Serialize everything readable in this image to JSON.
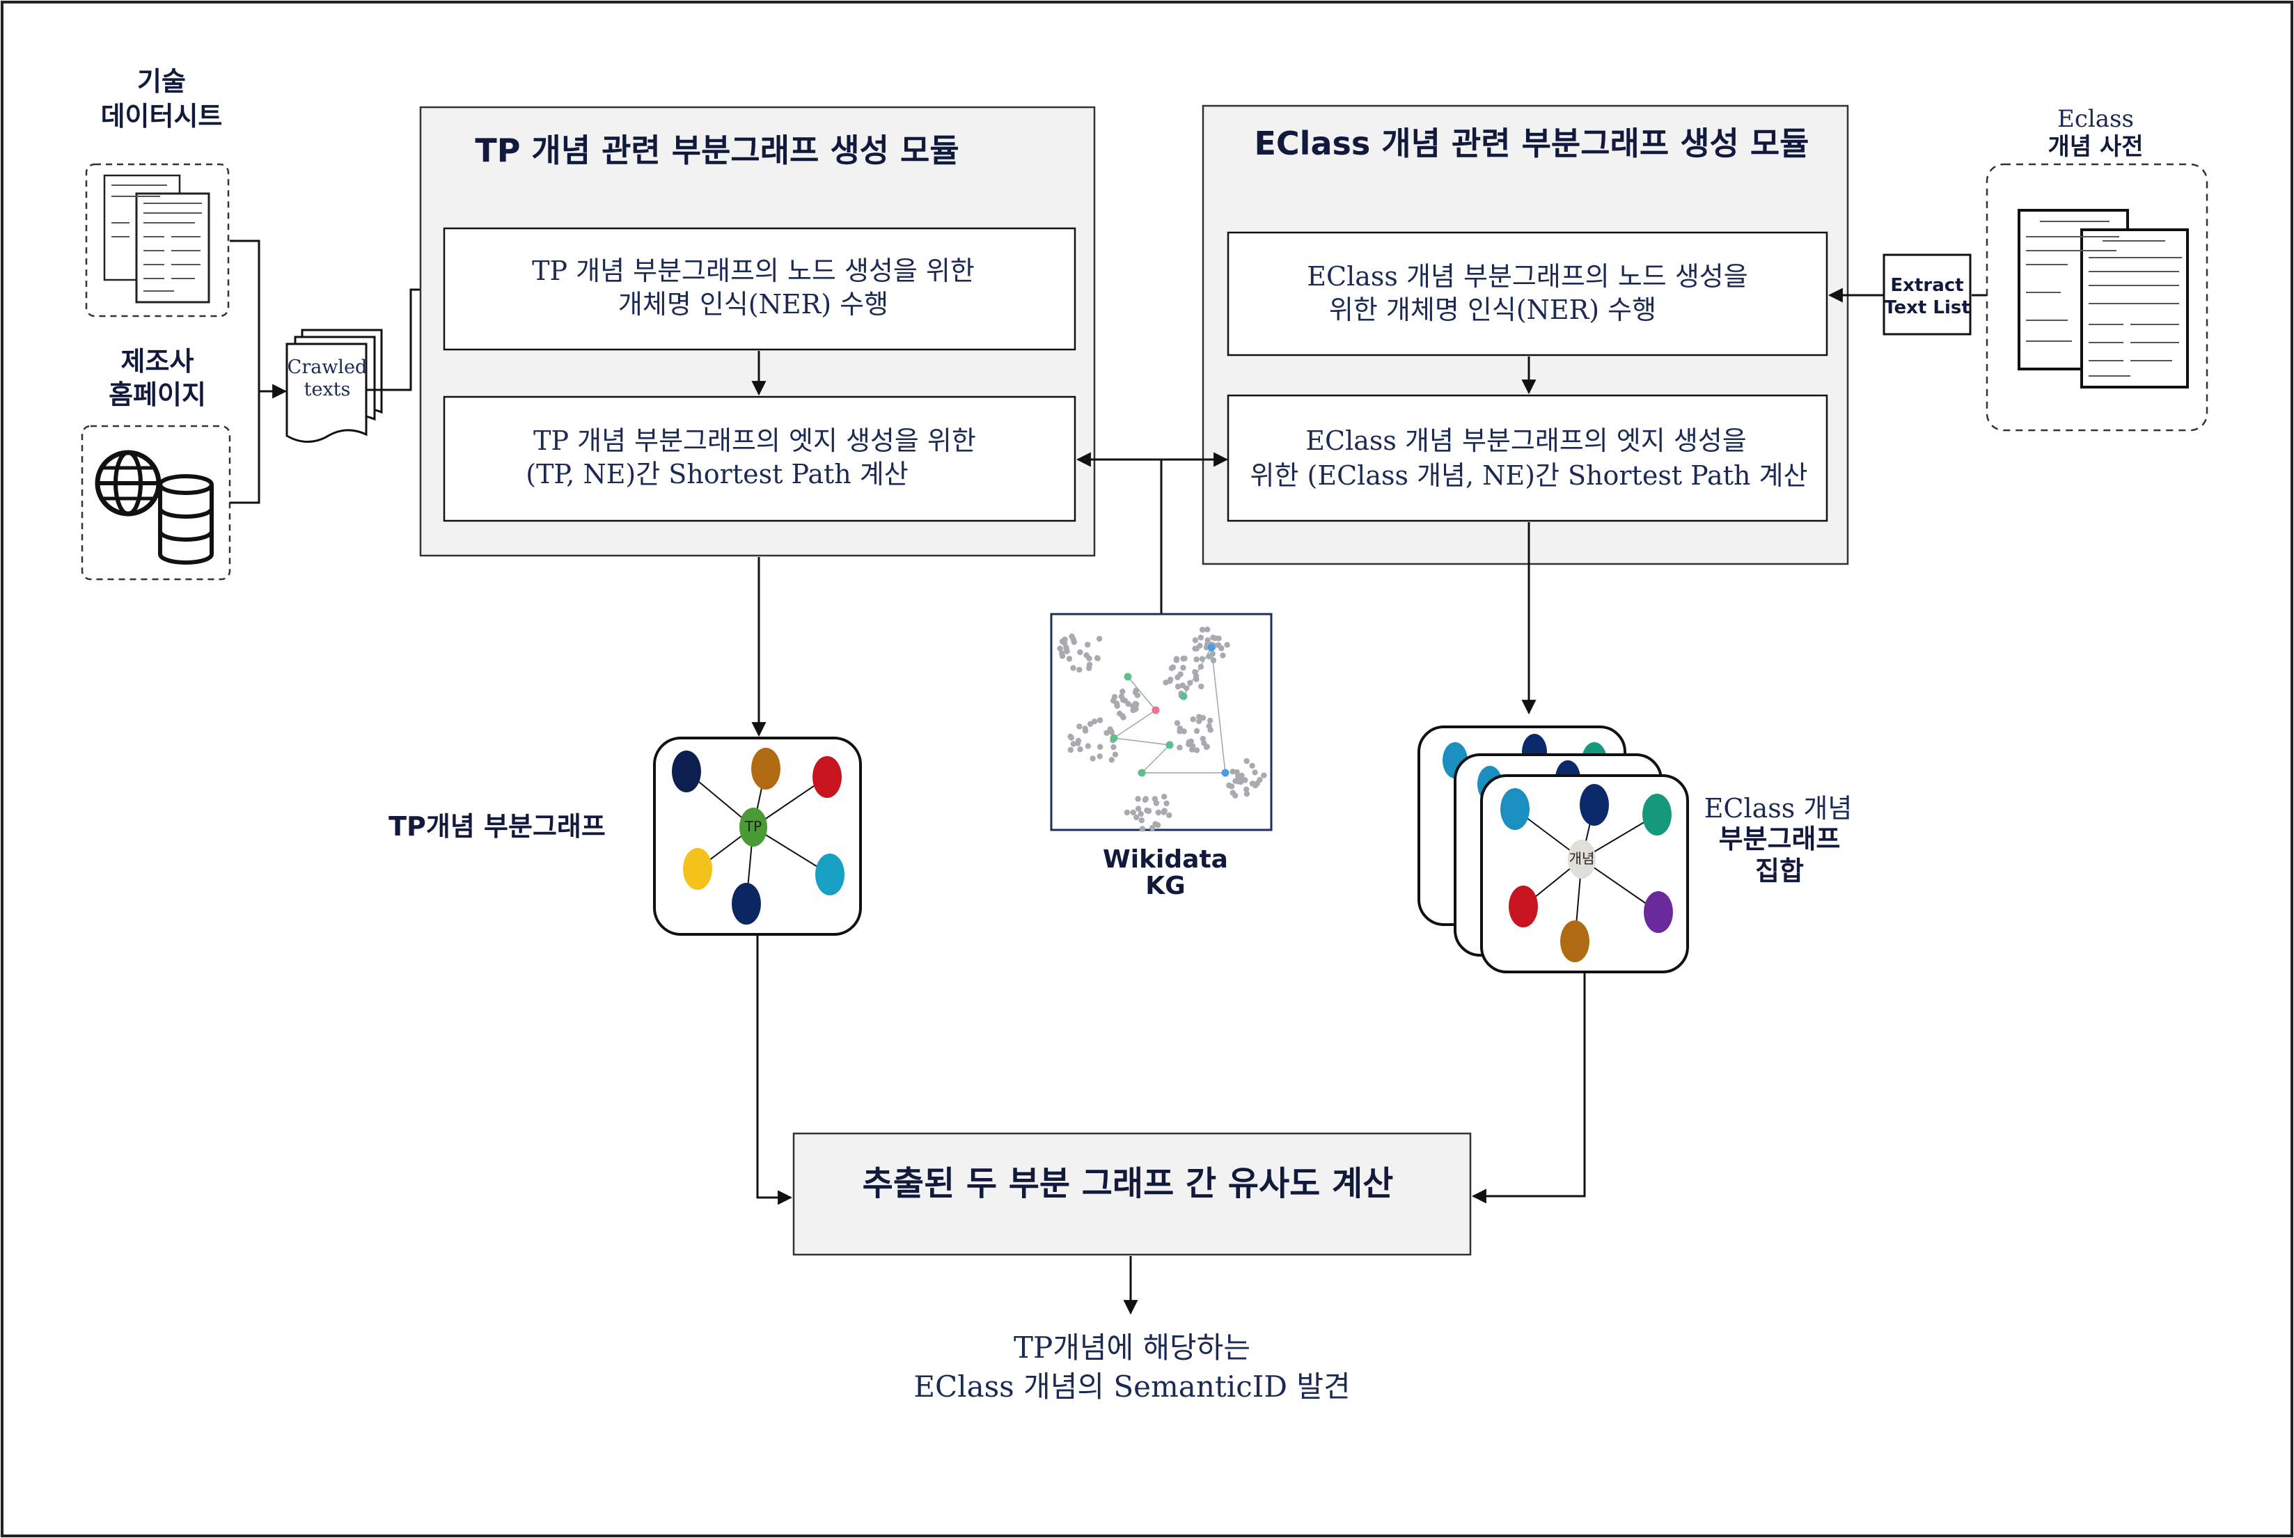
{
  "inputs": {
    "tech_datasheet_label": [
      "기술",
      "데이터시트"
    ],
    "manufacturer_label": [
      "제조사",
      "홈페이지"
    ],
    "crawled_label": [
      "Crawled",
      "texts"
    ]
  },
  "tp_module": {
    "title": "TP 개념 관련 부분그래프 생성 모듈",
    "node_step": [
      "TP 개념 부분그래프의  노드 생성을 위한",
      "개체명 인식(NER) 수행"
    ],
    "edge_step": [
      "TP 개념 부분그래프의 엣지 생성을 위한",
      "(TP, NE)간 Shortest Path 계산"
    ]
  },
  "eclass_module": {
    "title": "EClass 개념 관련 부분그래프 생성 모듈",
    "node_step": [
      "EClass 개념 부분그래프의  노드 생성을",
      "위한 개체명 인식(NER) 수행"
    ],
    "edge_step": [
      "EClass 개념 부분그래프의 엣지 생성을",
      "위한 (EClass 개념, NE)간 Shortest Path 계산"
    ]
  },
  "dictionary": {
    "label": [
      "Eclass",
      "개념 사전"
    ],
    "extract_label": [
      "Extract",
      "Text List"
    ]
  },
  "wikidata": {
    "label": [
      "Wikidata",
      "KG"
    ]
  },
  "tp_graph": {
    "label": "TP개념 부분그래프",
    "center_label": "TP",
    "node_colors": [
      "#0d1f4f",
      "#b06a12",
      "#c8141e",
      "#179fc4",
      "#0b2660",
      "#f5c21b"
    ],
    "center_color": "#4a9a36"
  },
  "eclass_graph": {
    "label": [
      "EClass 개념",
      "부분그래프",
      "집합"
    ],
    "center_label": "개념",
    "node_colors": [
      "#1a8fc0",
      "#0b2a6b",
      "#149a7a",
      "#6b2a9a",
      "#b06a12",
      "#c8141e"
    ],
    "center_color": "#e0ded8"
  },
  "similarity": {
    "label": "추출된 두 부분 그래프 간 유사도 계산"
  },
  "result": {
    "label": [
      "TP개념에 해당하는",
      "EClass 개념의 SemanticID 발견"
    ]
  },
  "colors": {
    "box_fill": "#f2f2f2",
    "text_navy": "#1b2a55",
    "line": "#111111"
  }
}
